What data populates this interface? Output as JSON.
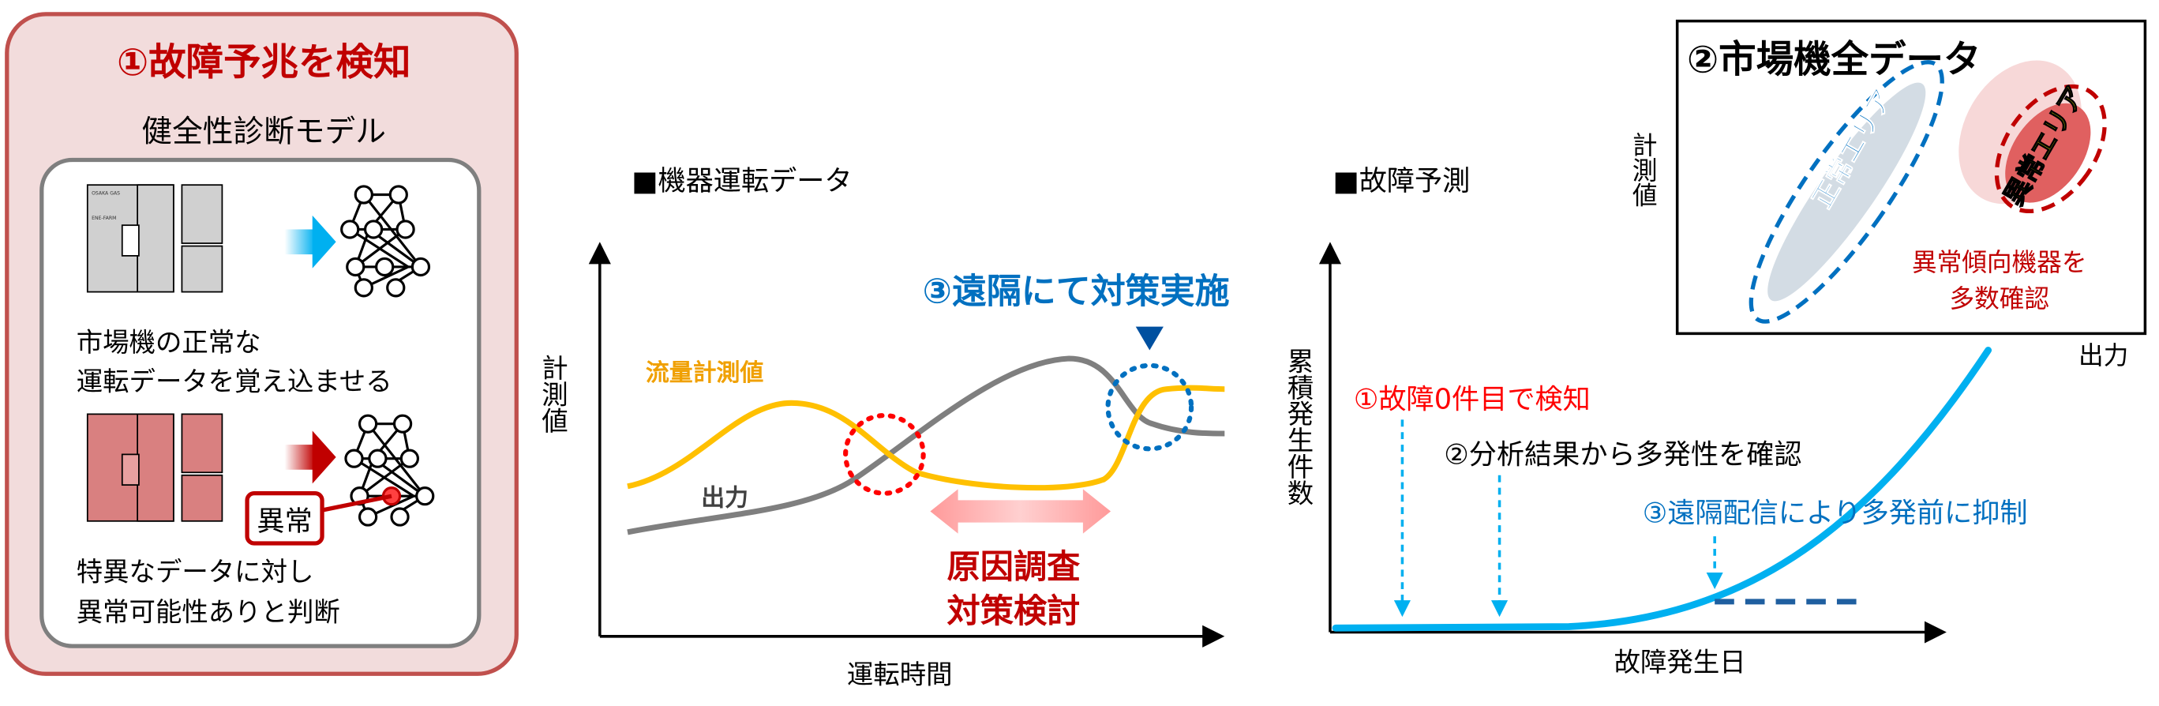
{
  "left_panel": {
    "title": "①故障予兆を検知",
    "subtitle": "健全性診断モデル",
    "normal_text_1": "市場機の正常な",
    "normal_text_2": "運転データを覚え込ませる",
    "abnormal_label": "異常",
    "abnormal_text_1": "特異なデータに対し",
    "abnormal_text_2": "異常可能性ありと判断",
    "machine_logo": "OSAKA GAS",
    "machine_brand": "ENE-FARM"
  },
  "operation_chart": {
    "heading": "■機器運転データ",
    "ylabel": "計測値",
    "xlabel": "運転時間",
    "flow_label": "流量計測値",
    "output_label": "出力",
    "remote_action": "③遠隔にて対策実施",
    "cause_1": "原因調査",
    "cause_2": "対策検討"
  },
  "failure_chart": {
    "heading": "■故障予測",
    "ylabel": "累積発生件数",
    "xlabel": "故障発生日",
    "note_1": "①故障0件目で検知",
    "note_2": "②分析結果から多発性を確認",
    "note_3": "③遠隔配信により多発前に抑制"
  },
  "market_data": {
    "title": "②市場機全データ",
    "ylabel": "計測値",
    "xlabel": "出力",
    "normal_area": "正常エリア",
    "abnormal_area": "異常エリア",
    "finding_1": "異常傾向機器を",
    "finding_2": "多数確認"
  },
  "colors": {
    "red": "#c00000",
    "blue": "#0070c0",
    "cyan": "#00b0f0",
    "orange": "#ffc000",
    "gray": "#7f7f7f"
  }
}
